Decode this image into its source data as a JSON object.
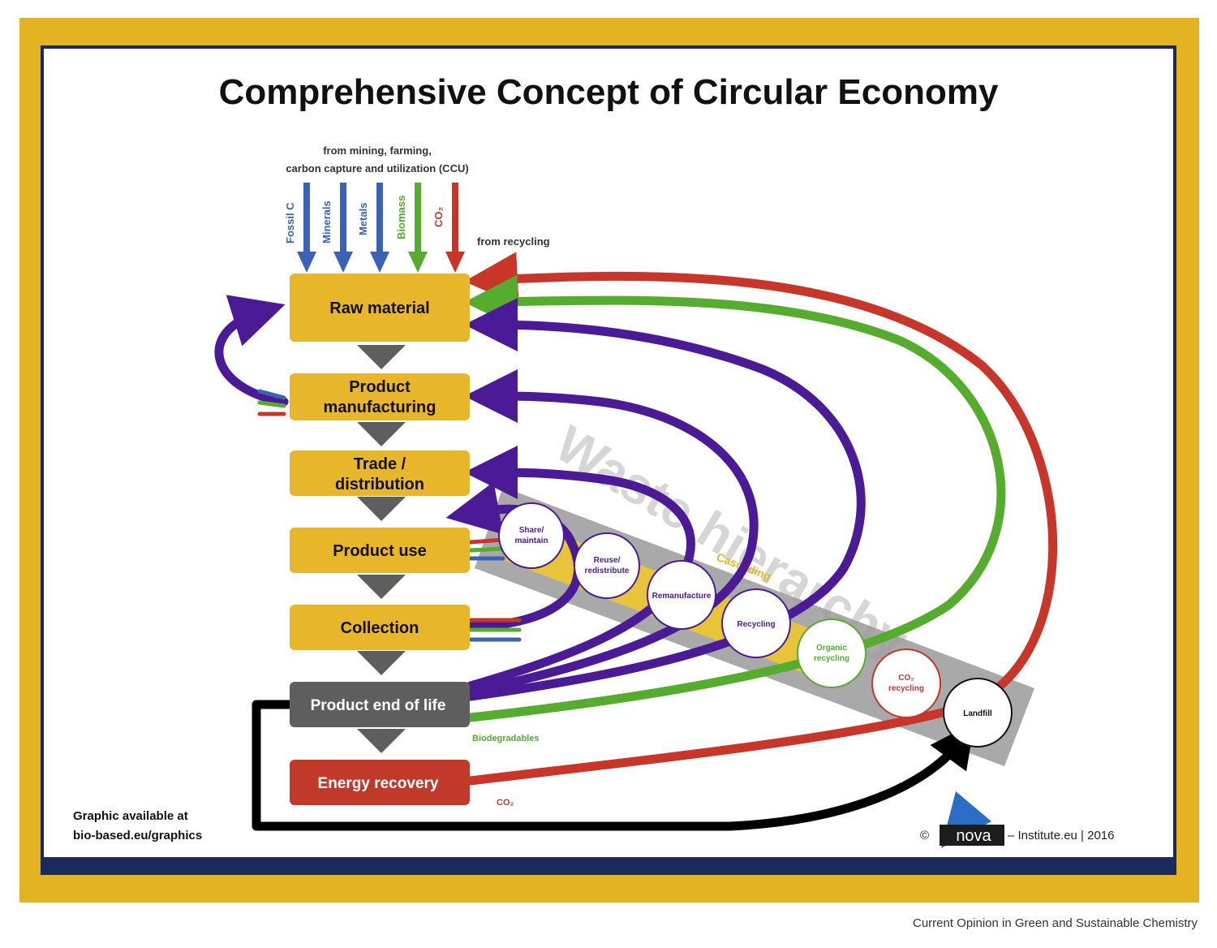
{
  "title": "Comprehensive Concept of Circular Economy",
  "inputs": {
    "caption_line1": "from mining, farming,",
    "caption_line2": "carbon capture and utilization (CCU)",
    "arrows": [
      {
        "label": "Fossil C",
        "color": "#3a63b8"
      },
      {
        "label": "Minerals",
        "color": "#3a63b8"
      },
      {
        "label": "Metals",
        "color": "#3a63b8"
      },
      {
        "label": "Biomass",
        "color": "#55ac2e"
      },
      {
        "label": "CO₂",
        "color": "#c8362a"
      }
    ],
    "from_recycling": "from recycling"
  },
  "stages": [
    {
      "line1": "Raw material",
      "line2": ""
    },
    {
      "line1": "Product",
      "line2": "manufacturing"
    },
    {
      "line1": "Trade /",
      "line2": "distribution"
    },
    {
      "line1": "Product use",
      "line2": ""
    },
    {
      "line1": "Collection",
      "line2": ""
    },
    {
      "line1": "Product end of life",
      "line2": ""
    },
    {
      "line1": "Energy recovery",
      "line2": ""
    }
  ],
  "hierarchy": {
    "watermark": "Waste hierarchy",
    "cascading": "Cascading",
    "circles": [
      {
        "line1": "Share/",
        "line2": "maintain",
        "color": "#5a2a8a"
      },
      {
        "line1": "Reuse/",
        "line2": "redistribute",
        "color": "#5a2a8a"
      },
      {
        "line1": "Remanufacture",
        "line2": "",
        "color": "#5a2a8a"
      },
      {
        "line1": "Recycling",
        "line2": "",
        "color": "#5a2a8a"
      },
      {
        "line1": "Organic",
        "line2": "recycling",
        "color": "#55ac2e"
      },
      {
        "line1": "CO₂",
        "line2": "recycling",
        "color": "#c8362a"
      },
      {
        "line1": "Landfill",
        "line2": "",
        "color": "#111111"
      }
    ]
  },
  "labels": {
    "biodegradables": "Biodegradables",
    "co2_out": "CO₂"
  },
  "footer": {
    "graphic_line1": "Graphic available at",
    "graphic_line2": "bio-based.eu/graphics",
    "copyright": "©",
    "logo_text": "nova",
    "institute": "– Institute.eu | 2016",
    "source": "Current Opinion in Green and Sustainable Chemistry"
  },
  "colors": {
    "frame": "#e3b324",
    "panel": "#1c2a5a",
    "box": "#e8b62b",
    "dark_box": "#5e5e5e",
    "red_box": "#c0392b",
    "purple": "#4b1a96",
    "green": "#55ac2e",
    "red": "#c8362a",
    "blue": "#3a63b8"
  }
}
